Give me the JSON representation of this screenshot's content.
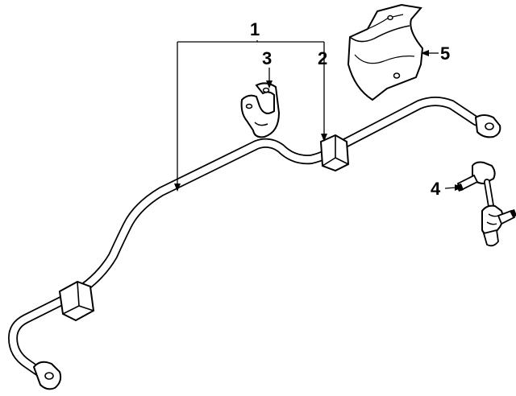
{
  "callouts": [
    {
      "id": "c1",
      "label": "1"
    },
    {
      "id": "c2",
      "label": "2"
    },
    {
      "id": "c3",
      "label": "3"
    },
    {
      "id": "c4",
      "label": "4"
    },
    {
      "id": "c5",
      "label": "5"
    }
  ],
  "colors": {
    "line": "#000000",
    "part_fill": "#ffffff",
    "shade": "#d9d9d9"
  }
}
